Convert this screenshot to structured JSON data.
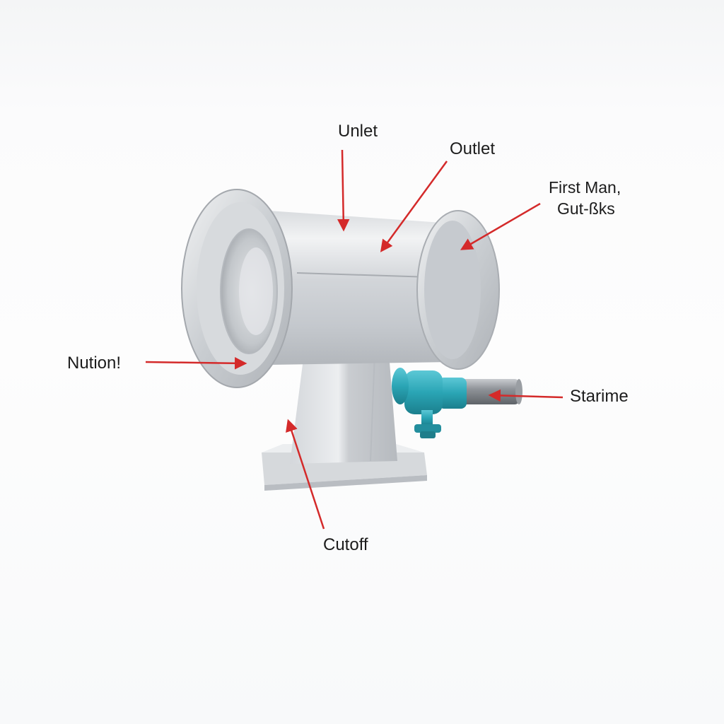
{
  "diagram": {
    "callouts": [
      {
        "id": "unlet",
        "text": "Unlet"
      },
      {
        "id": "outlet",
        "text": "Outlet"
      },
      {
        "id": "first-man",
        "lines": [
          "First Man,",
          "Gut-ßks"
        ]
      },
      {
        "id": "nution",
        "text": "Nution!"
      },
      {
        "id": "starime",
        "text": "Starime"
      },
      {
        "id": "cutoff",
        "text": "Cutoff"
      }
    ],
    "colors": {
      "arrow": "#d42a2a",
      "body": "#c8ccd1",
      "body_highlight": "#eef0f2",
      "valve": "#2aa5b5",
      "rod": "#8a8e93"
    },
    "icons": {
      "valve": "valve-icon",
      "arrow": "arrow-icon"
    }
  }
}
